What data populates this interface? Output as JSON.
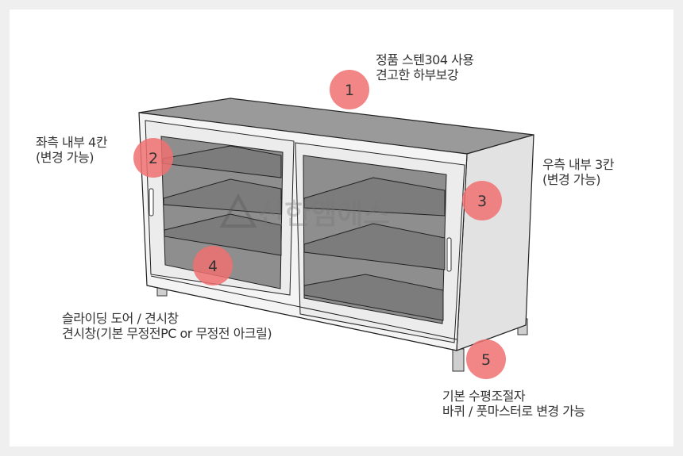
{
  "watermark": "신한엠에스",
  "marker_color": "#f07070",
  "markers": [
    {
      "num": "1",
      "lines": [
        "정품 스텐304 사용",
        "견고한 하부보강"
      ]
    },
    {
      "num": "2",
      "lines": [
        "좌측 내부 4칸",
        "(변경 가능)"
      ]
    },
    {
      "num": "3",
      "lines": [
        "우측 내부 3칸",
        "(변경 가능)"
      ]
    },
    {
      "num": "4",
      "lines": [
        "슬라이딩 도어 / 견시창",
        "견시창(기본 무정전PC or 무정전 아크릴)"
      ]
    },
    {
      "num": "5",
      "lines": [
        "기본 수평조절자",
        "바퀴 / 풋마스터로 변경 가능"
      ]
    }
  ]
}
